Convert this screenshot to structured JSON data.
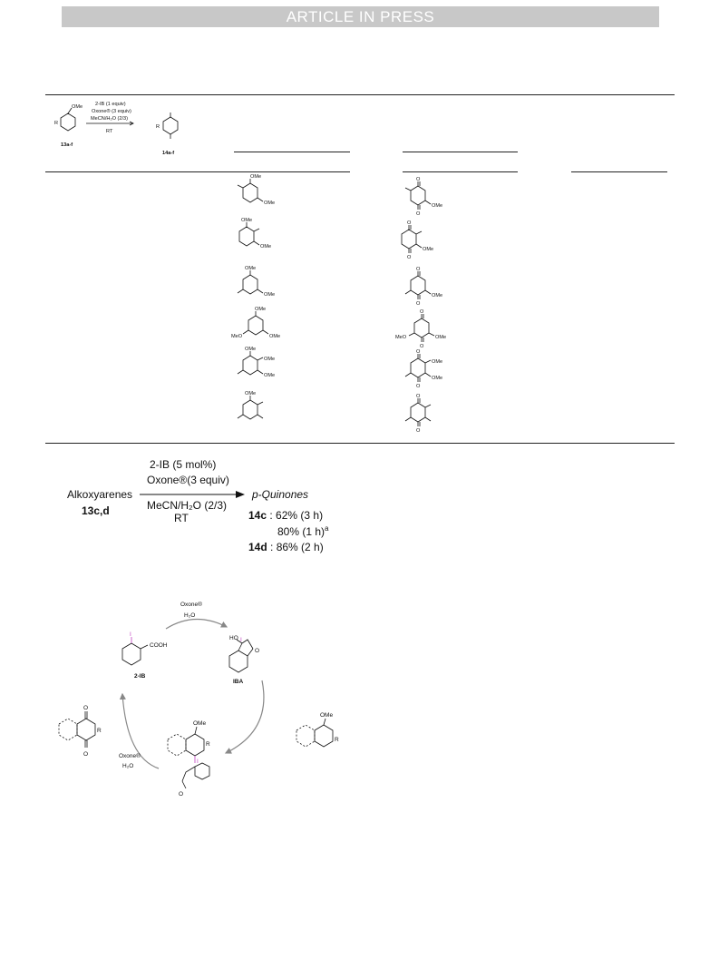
{
  "header": {
    "banner": "ARTICLE IN PRESS"
  },
  "table_scheme": {
    "reagents": [
      "2-IB (1 equiv)",
      "Oxone® (3 equiv)",
      "MeCN/H₂O (2/3)"
    ],
    "condition": "RT",
    "substrate_label": "13a-f",
    "product_label": "14a-f",
    "sub_ome": "OMe",
    "sub_r": "R"
  },
  "table_rows": [
    {
      "substrate_groups": [
        "OMe",
        "OMe"
      ]
    },
    {
      "substrate_groups": [
        "OMe",
        "OMe"
      ]
    },
    {
      "substrate_groups": [
        "OMe",
        "OMe"
      ]
    },
    {
      "substrate_groups": [
        "OMe",
        "MeO",
        "OMe"
      ]
    },
    {
      "substrate_groups": [
        "OMe",
        "OMe",
        "OMe"
      ]
    },
    {
      "substrate_groups": [
        "OMe"
      ]
    }
  ],
  "product_groups": {
    "row1": "OMe",
    "row2": "OMe",
    "row3": "OMe",
    "row4_left": "MeO",
    "row4_right": "OMe",
    "row5_a": "OMe",
    "row5_b": "OMe"
  },
  "scheme_catalytic": {
    "reactant": "Alkoxyarenes",
    "reactant_label": "13c,d",
    "above_arrow": [
      "2-IB (5 mol%)",
      "Oxone®(3 equiv)"
    ],
    "below_arrow": [
      "MeCN/H₂O (2/3)",
      "RT"
    ],
    "product": "p-Quinones",
    "results": [
      {
        "label": "14c",
        "text": " : 62% (3 h)"
      },
      {
        "label": "",
        "text": "80% (1 h)",
        "sup": "a"
      },
      {
        "label": "14d",
        "text": " : 86% (2 h)"
      }
    ]
  },
  "mechanism": {
    "top_reagent": [
      "Oxone®",
      "H₂O"
    ],
    "left_reagent": [
      "Oxone®",
      "H₂O"
    ],
    "iodobenzoic": {
      "i": "I",
      "cooh": "COOH",
      "label": "2-IB"
    },
    "iba": {
      "ho": "HO",
      "i": "I",
      "o": "O",
      "label": "IBA"
    },
    "substrate": {
      "ome": "OMe",
      "r": "R"
    },
    "intermediate": {
      "ome": "OMe",
      "r": "R",
      "i": "I",
      "o": "O"
    },
    "quinone": {
      "o_top": "O",
      "o_bottom": "O",
      "r": "R"
    }
  }
}
